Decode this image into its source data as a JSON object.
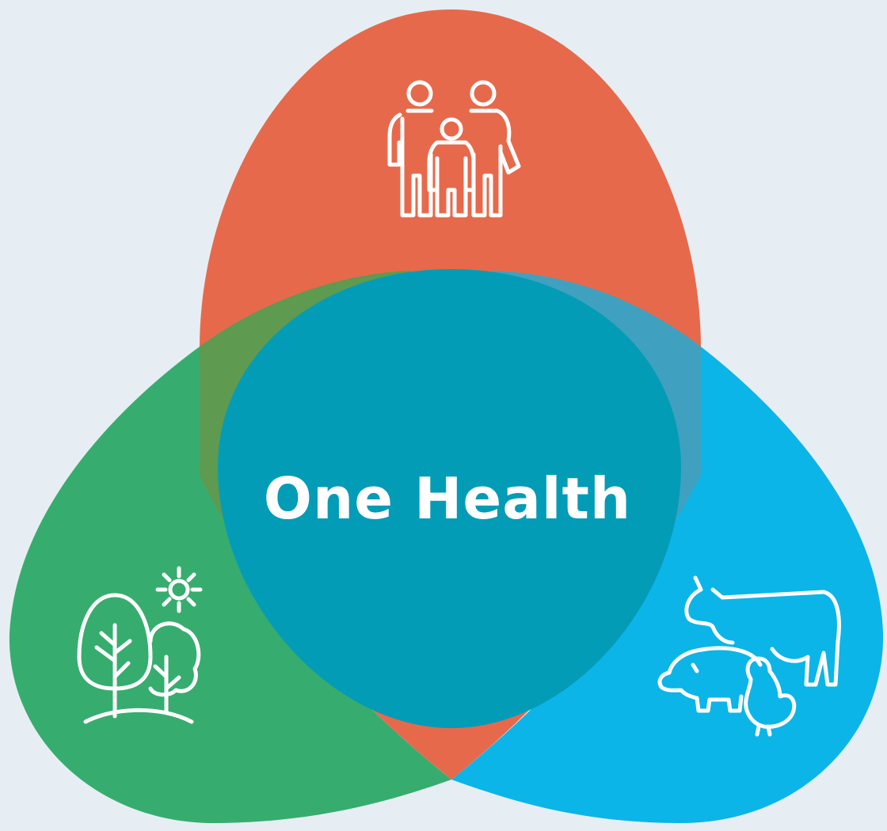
{
  "diagram": {
    "center_label": "One Health",
    "colors": {
      "background": "#e6eef3",
      "humans": "#e7694b",
      "environment": "#36ad6e",
      "animals": "#0bb5e8",
      "center": "#039cb7",
      "icon_stroke": "#ffffff"
    },
    "lobes": [
      {
        "name": "humans",
        "icon": "family-icon"
      },
      {
        "name": "environment",
        "icon": "trees-sun-icon"
      },
      {
        "name": "animals",
        "icon": "livestock-icon"
      }
    ]
  }
}
